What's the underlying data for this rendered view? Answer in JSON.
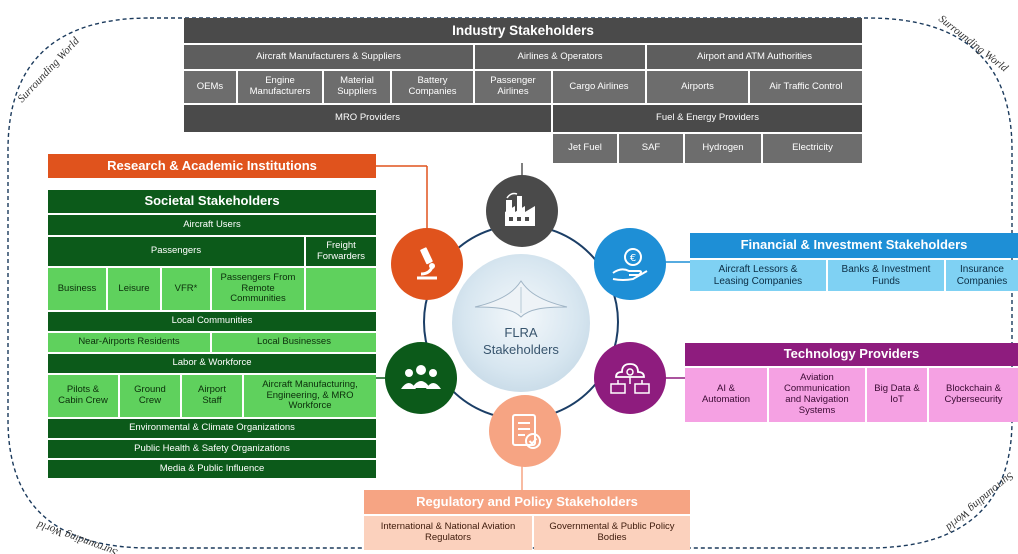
{
  "surrounding_world": {
    "top_left": "Surrounding World",
    "top_right": "Surrounding World",
    "bottom_left": "Surrounding World",
    "bottom_right": "Surrounding World"
  },
  "center": {
    "title": "FLRA Stakeholders"
  },
  "industry": {
    "title": "Industry Stakeholders",
    "groups": [
      "Aircraft Manufacturers & Suppliers",
      "Airlines & Operators",
      "Airport and ATM Authorities"
    ],
    "items": [
      "OEMs",
      "Engine Manufacturers",
      "Material Suppliers",
      "Battery Companies",
      "Passenger Airlines",
      "Cargo Airlines",
      "Airports",
      "Air Traffic Control"
    ],
    "mro": "MRO Providers",
    "fuel": "Fuel & Energy Providers",
    "fuel_items": [
      "Jet Fuel",
      "SAF",
      "Hydrogen",
      "Electricity"
    ]
  },
  "research": {
    "title": "Research & Academic Institutions"
  },
  "societal": {
    "title": "Societal Stakeholders",
    "aircraft_users": "Aircraft Users",
    "passengers": "Passengers",
    "freight": "Freight Forwarders",
    "passenger_types": [
      "Business",
      "Leisure",
      "VFR*",
      "Passengers From Remote Communities"
    ],
    "local_communities": "Local Communities",
    "near_airports": "Near-Airports Residents",
    "local_businesses": "Local Businesses",
    "labor": "Labor & Workforce",
    "labor_items": [
      "Pilots & Cabin Crew",
      "Ground Crew",
      "Airport Staff",
      "Aircraft Manufacturing, Engineering, & MRO Workforce"
    ],
    "environmental": "Environmental & Climate Organizations",
    "public_health": "Public Health & Safety Organizations",
    "media": "Media & Public Influence"
  },
  "financial": {
    "title": "Financial & Investment Stakeholders",
    "items": [
      "Aircraft Lessors & Leasing Companies",
      "Banks & Investment Funds",
      "Insurance Companies"
    ]
  },
  "technology": {
    "title": "Technology Providers",
    "items": [
      "AI & Automation",
      "Aviation Communication and Navigation Systems",
      "Big Data & IoT",
      "Blockchain & Cybersecurity"
    ]
  },
  "regulatory": {
    "title": "Regulatory and Policy Stakeholders",
    "items": [
      "International & National Aviation Regulators",
      "Governmental & Public Policy Bodies"
    ]
  },
  "colors": {
    "industry": "#4a4a4a",
    "research": "#e0531d",
    "societal": "#0c5a1a",
    "societal_light": "#5fd15d",
    "financial": "#1e8fd6",
    "financial_light": "#7fd1f3",
    "technology": "#8e1c7e",
    "technology_light": "#f5a1e3",
    "regulatory": "#f6a483",
    "regulatory_light": "#fbd1bd"
  },
  "icons": [
    "factory-icon",
    "microscope-icon",
    "money-hand-icon",
    "people-group-icon",
    "network-computer-icon",
    "checklist-icon",
    "aircraft-icon"
  ]
}
